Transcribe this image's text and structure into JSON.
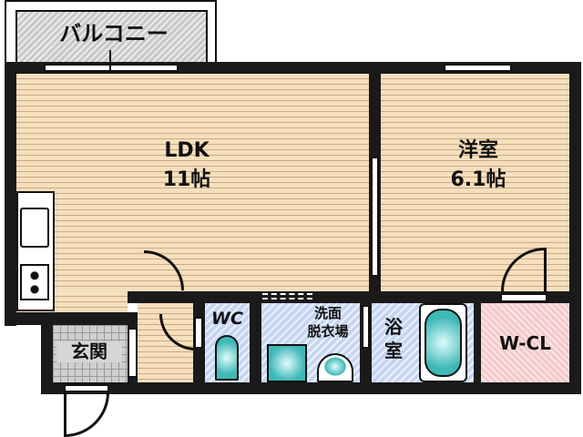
{
  "rooms": {
    "balcony": "バルコニー",
    "ldk_name": "LDK",
    "ldk_size": "11帖",
    "western_name": "洋室",
    "western_size": "6.1帖",
    "entrance": "玄関",
    "wc": "WC",
    "washroom_line1": "洗面",
    "washroom_line2": "脱衣場",
    "bath_line1": "浴",
    "bath_line2": "室",
    "closet": "W-CL"
  },
  "colors": {
    "wood": "#f6dfbd",
    "wet_area": "#c6d6f2",
    "closet": "#f4c9c9",
    "fixture": "#3fb8b8"
  }
}
